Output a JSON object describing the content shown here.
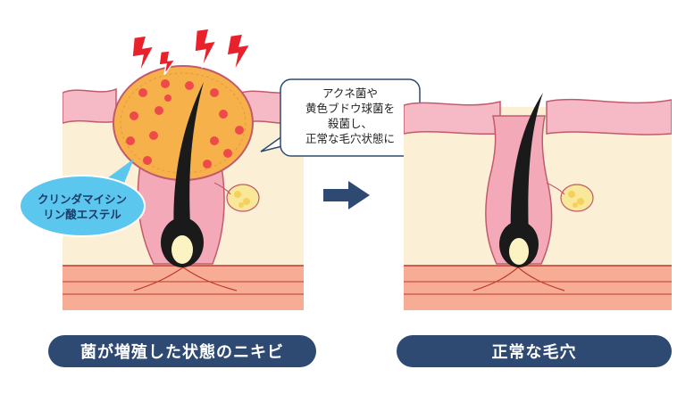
{
  "left_panel": {
    "caption": "菌が増殖した状態のニキビ",
    "medicine_label": [
      "クリンダマイシン",
      "リン酸エステル"
    ]
  },
  "right_panel": {
    "caption": "正常な毛穴"
  },
  "speech_bubble": {
    "lines": [
      "アクネ菌や",
      "黄色ブドウ球菌を",
      "殺菌し、",
      "正常な毛穴状態に"
    ]
  },
  "colors": {
    "caption_bg": "#2f4a72",
    "skin_top": "#f6b9c6",
    "dermis": "#fbf0d6",
    "fat": "#f7ad95",
    "pimple": "#f7b14a",
    "bacteria": "#ef4a4a",
    "medicine": "#5bc7ee",
    "lightning": "#e8212b"
  }
}
